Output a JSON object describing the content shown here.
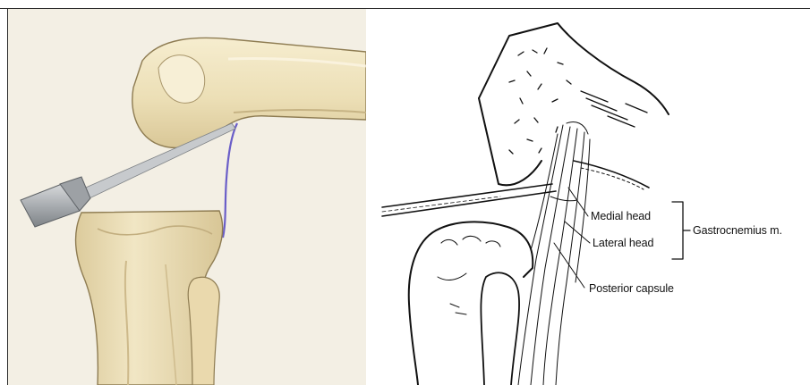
{
  "labels": {
    "medial_head": "Medial head",
    "lateral_head": "Lateral head",
    "group": "Gastrocnemius m.",
    "posterior_capsule": "Posterior capsule"
  },
  "colors": {
    "bone_fill": "#efe3bf",
    "bone_shade": "#d8c79a",
    "bone_outline": "#8e7c52",
    "background": "#f3efe4",
    "instrument": "#b9bcbf",
    "guide_wire": "#6a5ec8",
    "ink": "#111111"
  }
}
